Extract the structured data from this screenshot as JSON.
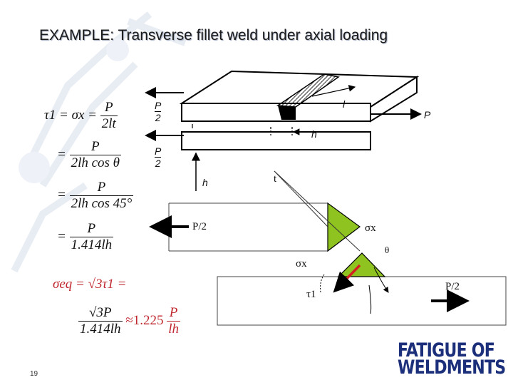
{
  "title": "EXAMPLE:   Transverse fillet weld under axial loading",
  "page_number": "19",
  "brand": {
    "line1": "FATIGUE OF",
    "line2": "WELDMENTS"
  },
  "equations": {
    "eq1": {
      "lhs": "τ1 = σx =",
      "num": "P",
      "den": "2lt"
    },
    "eq2": {
      "lhs": "=",
      "num": "P",
      "den": "2lh cos θ"
    },
    "eq3": {
      "lhs": "=",
      "num": "P",
      "den": "2lh cos 45°"
    },
    "eq4": {
      "lhs": "=",
      "num": "P",
      "den": "1.414lh"
    },
    "eq5": {
      "lhs": "σeq = √3τ1 ="
    },
    "eq6": {
      "num": "√3P",
      "den": "1.414lh",
      "approx": "≈1.225",
      "num2": "P",
      "den2": "lh"
    }
  },
  "top_labels": {
    "p2_upper_num": "P",
    "p2_upper_den": "2",
    "p2_lower_num": "P",
    "p2_lower_den": "2",
    "l": "l",
    "h": "h",
    "h_bottom": "h",
    "p_right": "P"
  },
  "lower_labels": {
    "t": "t",
    "p2_left": "P/2",
    "sigma_x_right": "σx",
    "theta": "θ",
    "sigma_x_mid": "σx",
    "tau1": "τ1",
    "p2_right": "P/2"
  },
  "colors": {
    "weld_green": "#8fc31f",
    "arrow_red": "#d32020",
    "title_shadow": "#9aa3b8",
    "brand_blue": "#1b2f7a"
  }
}
